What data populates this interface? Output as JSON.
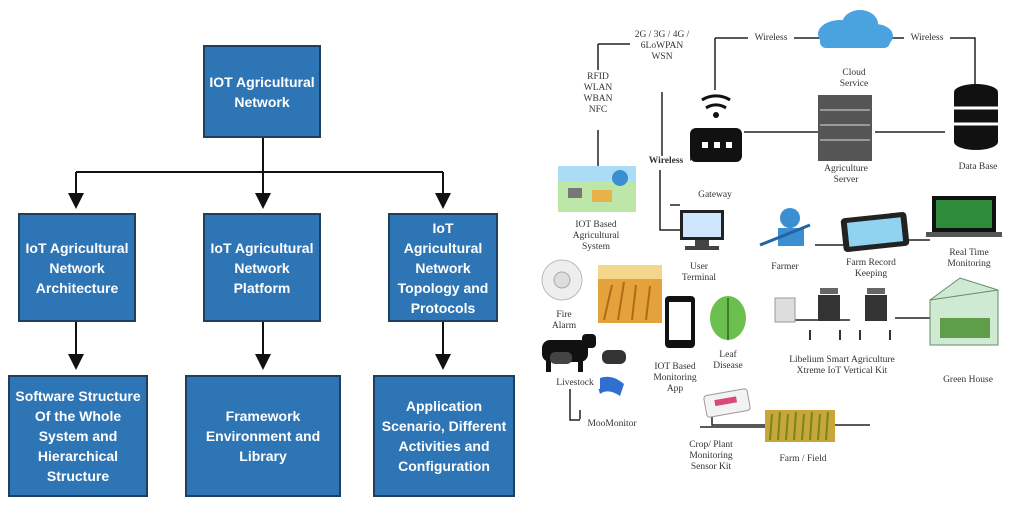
{
  "hierarchy": {
    "root": "IOT Agricultural Network",
    "level2": [
      "IoT Agricultural Network Architecture",
      "IoT Agricultural Network Platform",
      "IoT Agricultural Network Topology and Protocols"
    ],
    "level3": [
      "Software Structure Of the Whole System and Hierarchical Structure",
      "Framework Environment and Library",
      "Application Scenario, Different Activities and Configuration"
    ]
  },
  "network": {
    "protocols_cellular": "2G / 3G / 4G / 6LoWPAN WSN",
    "protocols_short": "RFID WLAN WBAN NFC",
    "wireless_left": "Wireless",
    "wireless_right": "Wireless",
    "wireless_gateway": "Wireless",
    "cloud_service": "Cloud Service",
    "data_base": "Data Base",
    "agriculture_server": "Agriculture Server",
    "gateway": "Gateway",
    "iot_system": "IOT Based Agricultural System",
    "user_terminal": "User Terminal",
    "farmer": "Farmer",
    "farm_record": "Farm Record Keeping",
    "real_time": "Real Time Monitoring",
    "fire_alarm": "Fire Alarm",
    "iot_app": "IOT Based Monitoring App",
    "leaf_disease": "Leaf Disease",
    "libelium": "Libelium Smart Agriculture Xtreme IoT Vertical Kit",
    "green_house": "Green House",
    "livestock": "Livestock",
    "moomonitor": "MooMonitor",
    "crop_sensor": "Crop/ Plant Monitoring Sensor Kit",
    "farm_field": "Farm / Field"
  }
}
